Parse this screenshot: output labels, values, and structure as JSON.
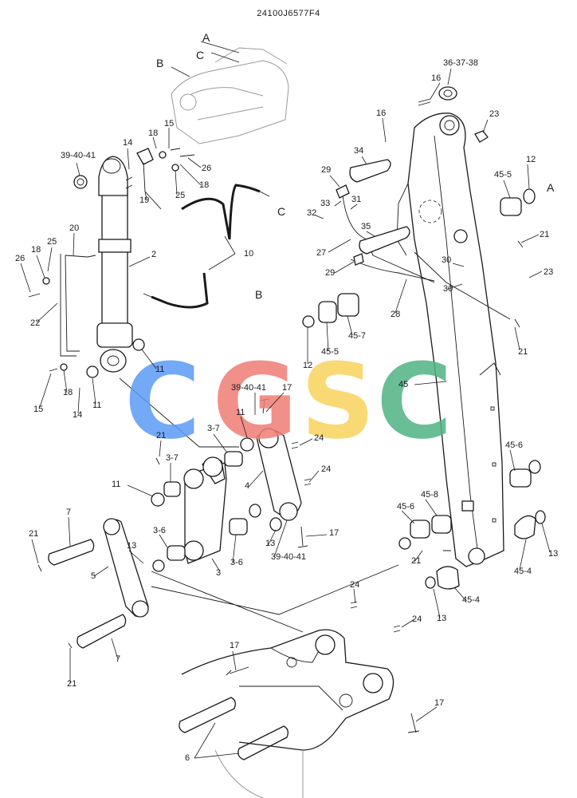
{
  "drawing_number": "24100J6577F4",
  "watermark": {
    "letters": [
      "C",
      "G",
      "S",
      "C"
    ],
    "colors": [
      "#5b9bf5",
      "#ef7d74",
      "#f7d35c",
      "#4fb384"
    ]
  },
  "reference_letters": [
    "A",
    "B",
    "C",
    "A",
    "B",
    "C"
  ],
  "callouts": [
    "36-37-38",
    "16",
    "16",
    "23",
    "12",
    "45-5",
    "34",
    "29",
    "33",
    "31",
    "32",
    "35",
    "21",
    "27",
    "30",
    "23",
    "29",
    "30",
    "28",
    "45-7",
    "12",
    "45-5",
    "21",
    "45",
    "39-40-41",
    "14",
    "18",
    "15",
    "26",
    "25",
    "18",
    "19",
    "10",
    "20",
    "25",
    "2",
    "26",
    "18",
    "22",
    "11",
    "15",
    "18",
    "14",
    "11",
    "39-40-41",
    "17",
    "11",
    "24",
    "3-7",
    "21",
    "3-7",
    "24",
    "4",
    "11",
    "45-6",
    "45-8",
    "45-6",
    "3-6",
    "13",
    "17",
    "39-40-41",
    "3-6",
    "3",
    "7",
    "21",
    "13",
    "5",
    "21",
    "45-4",
    "13",
    "45-4",
    "24",
    "13",
    "24",
    "7",
    "17",
    "21",
    "17",
    "6"
  ]
}
